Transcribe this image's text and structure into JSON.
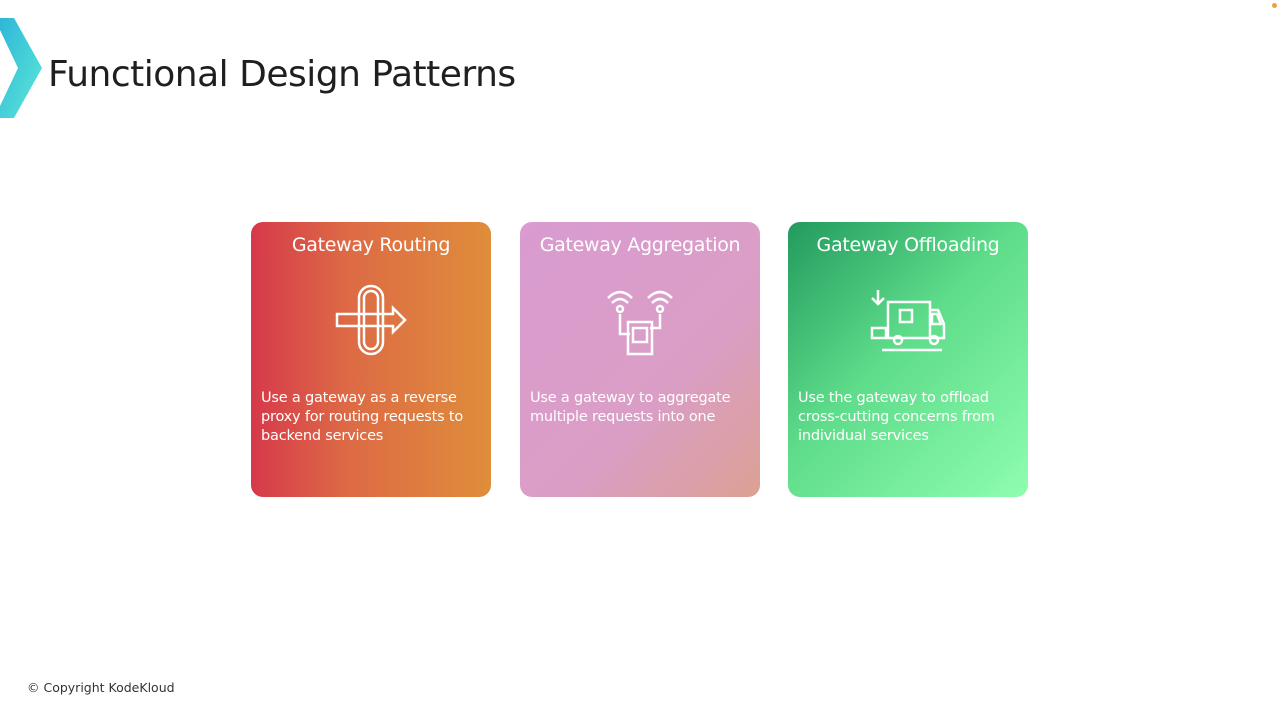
{
  "header": {
    "title": "Functional Design Patterns"
  },
  "cards": [
    {
      "title": "Gateway Routing",
      "icon": "routing-icon",
      "description": "Use a gateway as a reverse proxy for routing requests to backend services"
    },
    {
      "title": "Gateway Aggregation",
      "icon": "aggregation-icon",
      "description": "Use a gateway to aggregate multiple requests into one"
    },
    {
      "title": "Gateway Offloading",
      "icon": "offloading-truck-icon",
      "description": "Use the gateway to offload cross-cutting concerns from individual services"
    }
  ],
  "footer": {
    "copyright": "© Copyright KodeKloud"
  }
}
